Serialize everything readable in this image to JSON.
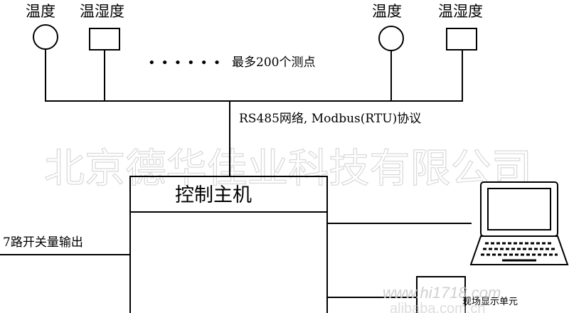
{
  "sensors": {
    "temp_label": "温度",
    "humid_label": "温湿度",
    "ellipsis": "• • • • • •",
    "max_points": "最多200个测点"
  },
  "bus": {
    "label": "RS485网络, Modbus(RTU)协议"
  },
  "watermark": {
    "company": "北京德华佳业科技有限公司",
    "site1": "www.hi1718.com",
    "site2": "alibaba.com.cn"
  },
  "host": {
    "title": "控制主机",
    "switch_output": "7路开关量输出"
  },
  "display_unit": {
    "label": "现场显示单元"
  },
  "colors": {
    "line": "#000000",
    "watermark": "#d9d9d9"
  }
}
